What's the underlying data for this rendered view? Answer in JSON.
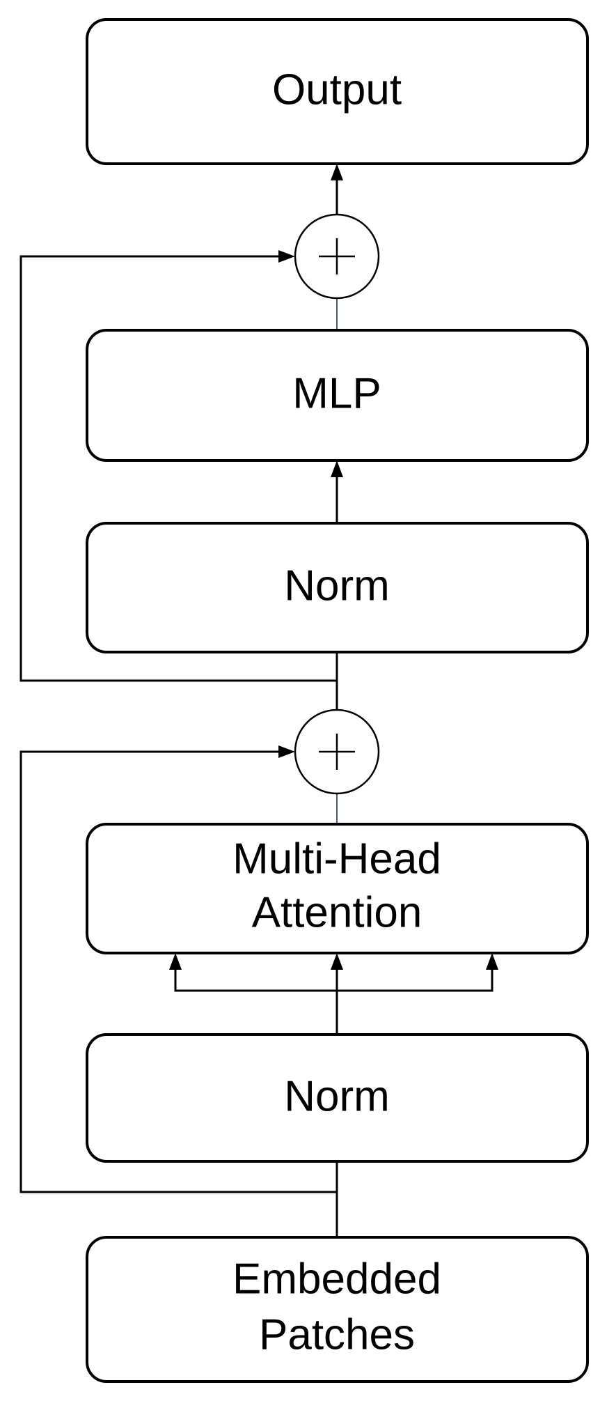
{
  "blocks": {
    "output": "Output",
    "mlp": "MLP",
    "norm_top": "Norm",
    "attention_line1": "Multi-Head",
    "attention_line2": "Attention",
    "norm_bottom": "Norm",
    "embedded_line1": "Embedded",
    "embedded_line2": "Patches"
  },
  "icons": {
    "adder": "circled-plus-icon"
  }
}
